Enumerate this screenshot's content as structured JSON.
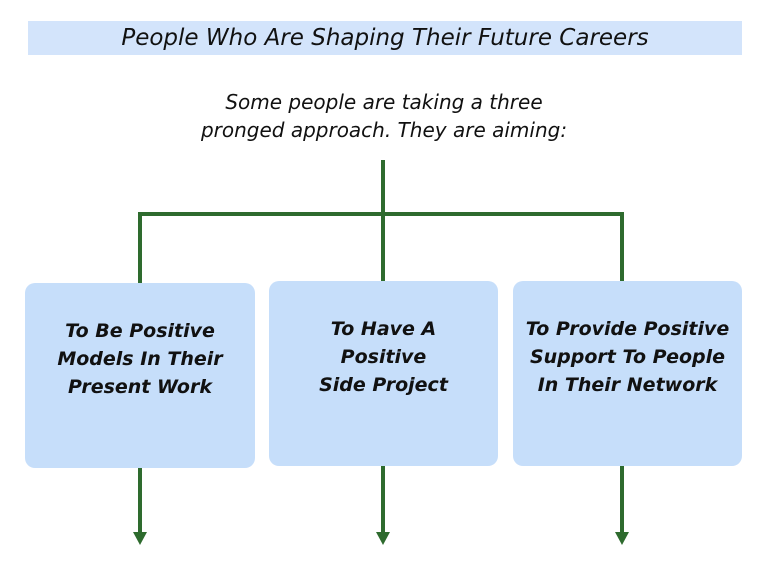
{
  "title": "People Who Are Shaping Their Future Careers",
  "intro": {
    "lines": [
      "Some people are taking a three",
      "pronged approach. They are aiming:"
    ]
  },
  "boxes": [
    {
      "lines": [
        "To Be Positive",
        "Models In Their",
        "Present Work"
      ]
    },
    {
      "lines": [
        "To Have A",
        "Positive",
        "Side Project"
      ]
    },
    {
      "lines": [
        "To Provide Positive",
        "Support To People",
        "In Their Network"
      ]
    }
  ],
  "colors": {
    "title_bg": "#d3e4fb",
    "box_bg": "#c6defa",
    "connector": "#2e6b2e",
    "text": "#111111"
  }
}
